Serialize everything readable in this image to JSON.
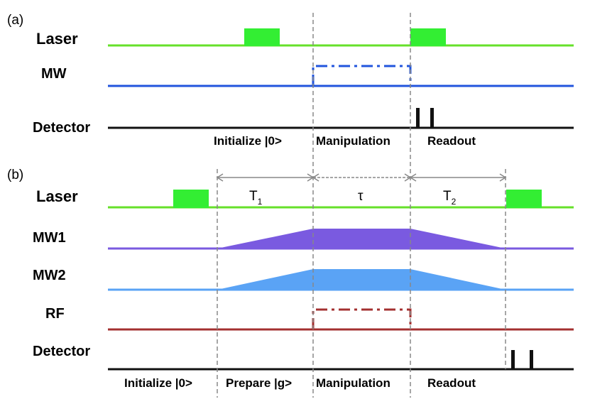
{
  "panel_a": {
    "tag": "(a)",
    "channels": {
      "laser": "Laser",
      "mw": "MW",
      "detector": "Detector"
    },
    "phases": {
      "initialize": "Initialize |0>",
      "manipulation": "Manipulation",
      "readout": "Readout"
    }
  },
  "panel_b": {
    "tag": "(b)",
    "channels": {
      "laser": "Laser",
      "mw1": "MW1",
      "mw2": "MW2",
      "rf": "RF",
      "detector": "Detector"
    },
    "intervals": {
      "t1": "T",
      "t1_sub": "1",
      "tau": "τ",
      "t2": "T",
      "t2_sub": "2"
    },
    "phases": {
      "initialize": "Initialize |0>",
      "prepare": "Prepare |g>",
      "manipulation": "Manipulation",
      "readout": "Readout"
    }
  },
  "colors": {
    "laser": "#66e02a",
    "laser_pulse": "#33ee33",
    "mw": "#2255dd",
    "mw1": "#7a5ae0",
    "mw2": "#5aa3f5",
    "rf": "#a33030",
    "detector": "#111111",
    "guide": "#888888"
  }
}
